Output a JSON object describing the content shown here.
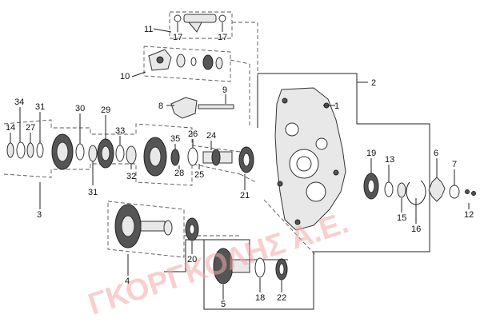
{
  "watermark": {
    "text": "ΓΚΟΡΓΚΟΛΗΣ Α.Ε.",
    "color": "#f4a9a9"
  },
  "callouts": [
    {
      "id": "c1",
      "text": "1"
    },
    {
      "id": "c2",
      "text": "2"
    },
    {
      "id": "c3",
      "text": "3"
    },
    {
      "id": "c4",
      "text": "4"
    },
    {
      "id": "c5",
      "text": "5"
    },
    {
      "id": "c6",
      "text": "6"
    },
    {
      "id": "c7",
      "text": "7"
    },
    {
      "id": "c8",
      "text": "8"
    },
    {
      "id": "c9",
      "text": "9"
    },
    {
      "id": "c10",
      "text": "10"
    },
    {
      "id": "c11",
      "text": "11"
    },
    {
      "id": "c12",
      "text": "12"
    },
    {
      "id": "c13",
      "text": "13"
    },
    {
      "id": "c14",
      "text": "14"
    },
    {
      "id": "c15",
      "text": "15"
    },
    {
      "id": "c16",
      "text": "16"
    },
    {
      "id": "c17a",
      "text": "17"
    },
    {
      "id": "c17b",
      "text": "17"
    },
    {
      "id": "c18",
      "text": "18"
    },
    {
      "id": "c19",
      "text": "19"
    },
    {
      "id": "c20",
      "text": "20"
    },
    {
      "id": "c21",
      "text": "21"
    },
    {
      "id": "c22",
      "text": "22"
    },
    {
      "id": "c24",
      "text": "24"
    },
    {
      "id": "c25",
      "text": "25"
    },
    {
      "id": "c26",
      "text": "26"
    },
    {
      "id": "c27",
      "text": "27"
    },
    {
      "id": "c28",
      "text": "28"
    },
    {
      "id": "c29",
      "text": "29"
    },
    {
      "id": "c30",
      "text": "30"
    },
    {
      "id": "c31a",
      "text": "31"
    },
    {
      "id": "c31b",
      "text": "31"
    },
    {
      "id": "c32",
      "text": "32"
    },
    {
      "id": "c33",
      "text": "33"
    },
    {
      "id": "c34",
      "text": "34"
    },
    {
      "id": "c35",
      "text": "35"
    }
  ]
}
